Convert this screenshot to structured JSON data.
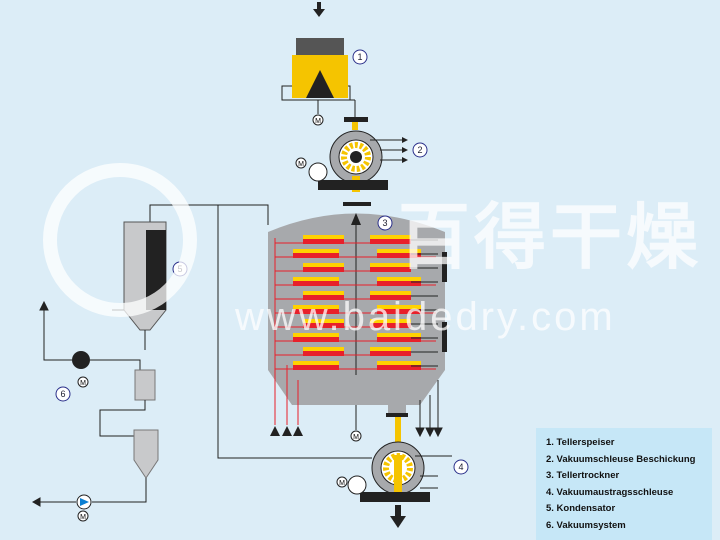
{
  "watermark": {
    "chinese": "百得干燥",
    "url": "www.baidedry.com"
  },
  "callouts": [
    "1",
    "2",
    "3",
    "4",
    "5",
    "6"
  ],
  "motor_label": "M",
  "legend": [
    "1. Tellerspeiser",
    "2. Vakuumschleuse Beschickung",
    "3. Tellertrockner",
    "4. Vakuumaustragsschleuse",
    "5. Kondensator",
    "6. Vakuumsystem"
  ],
  "colors": {
    "background": "#dcedf7",
    "vessel": "#a7a9ac",
    "plate_red": "#e8202a",
    "plate_yellow": "#ffd200",
    "hopper": "#f5c400",
    "legend_bg": "#c6e7f7"
  }
}
